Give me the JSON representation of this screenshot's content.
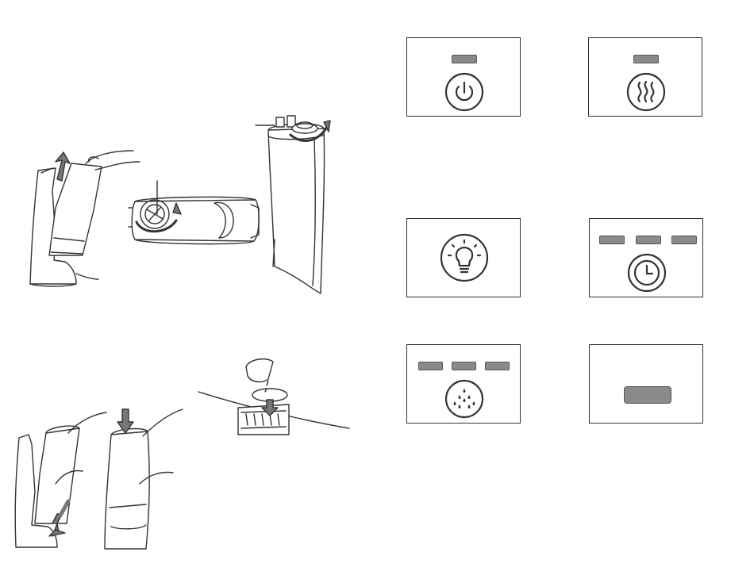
{
  "page": {
    "illustrations": [
      {
        "name": "remove-water-tank-illustration"
      },
      {
        "name": "unscrew-tank-cap-illustration"
      },
      {
        "name": "tank-upright-cap-illustration"
      },
      {
        "name": "reinsert-water-tank-illustration"
      },
      {
        "name": "press-down-tank-illustration"
      },
      {
        "name": "add-cleaning-tablet-illustration"
      }
    ]
  },
  "control_panels": [
    {
      "name": "power",
      "icon": "power-icon",
      "indicator_count": 1
    },
    {
      "name": "warm-mist",
      "icon": "warm-mist-icon",
      "indicator_count": 1
    },
    {
      "name": "night-light",
      "icon": "light-bulb-icon",
      "indicator_count": 0
    },
    {
      "name": "timer",
      "icon": "clock-icon",
      "indicator_count": 3
    },
    {
      "name": "mist-level",
      "icon": "water-drops-icon",
      "indicator_count": 3
    },
    {
      "name": "display",
      "icon": "",
      "indicator_count": 1
    }
  ],
  "colors": {
    "line": "#333333",
    "indicator_fill": "#8a8a8a",
    "arrow_fill": "#777777"
  }
}
